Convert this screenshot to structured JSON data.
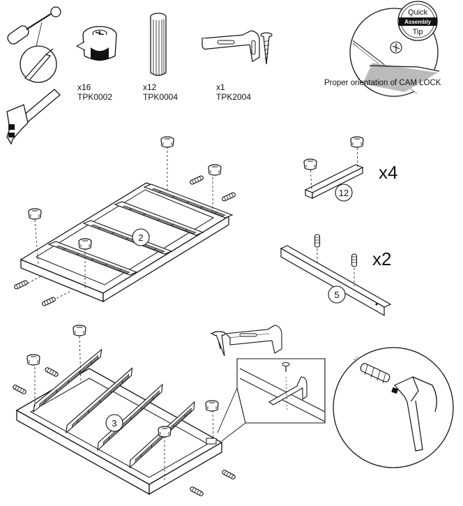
{
  "hardware": [
    {
      "qty": "x16",
      "code": "TPK0002",
      "icon": "cam-lock-icon"
    },
    {
      "qty": "x12",
      "code": "TPK0004",
      "icon": "wood-dowel-icon"
    },
    {
      "qty": "x1",
      "code": "TPK2004",
      "icon": "l-bracket-icon"
    }
  ],
  "tools": [
    "screwdriver-icon",
    "hammer-icon"
  ],
  "quick_tip": {
    "line1": "Quick",
    "line2": "Assembly",
    "line3": "Tip",
    "caption": "Proper orientation of CAM LOCK"
  },
  "parts": {
    "panel_2": "2",
    "strip_12": "12",
    "rail_5": "5",
    "panel_3": "3"
  },
  "multipliers": {
    "strip_12": "x4",
    "rail_5": "x2"
  }
}
